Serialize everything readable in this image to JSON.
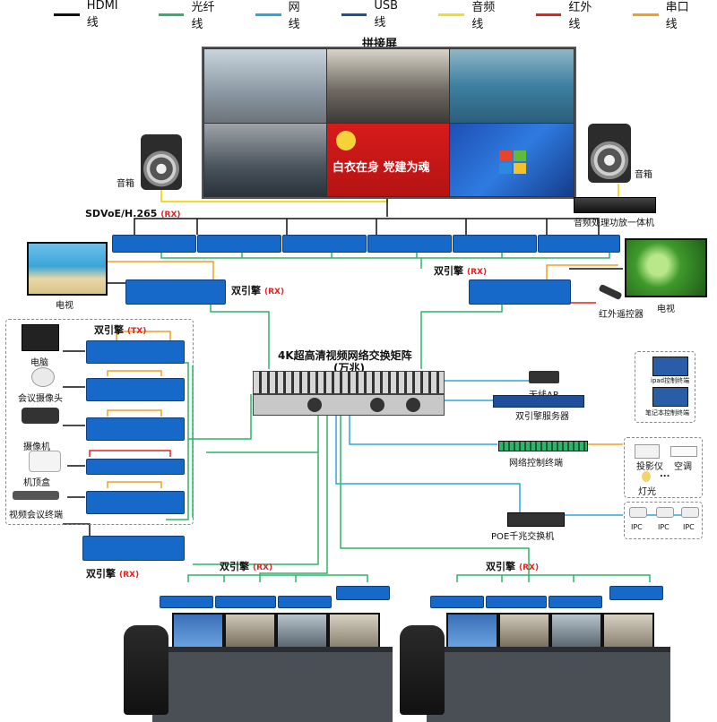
{
  "legend": [
    {
      "label": "HDMI线",
      "color": "#111111"
    },
    {
      "label": "光纤线",
      "color": "#2fb36a"
    },
    {
      "label": "网线",
      "color": "#2aa7e0"
    },
    {
      "label": "USB线",
      "color": "#1f4f9a"
    },
    {
      "label": "音频线",
      "color": "#f0dd2a"
    },
    {
      "label": "红外线",
      "color": "#e52222"
    },
    {
      "label": "串口线",
      "color": "#f0a020"
    }
  ],
  "video_wall": {
    "title": "拼接屏",
    "banner_text": "白衣在身 党建为魂"
  },
  "speakers": {
    "left_label": "音箱",
    "right_label": "音箱"
  },
  "amp": {
    "label": "音频处理功放一体机"
  },
  "sdvoe": {
    "label": "SDVoE/H.265",
    "tag": "(RX)"
  },
  "tv_left": {
    "label": "电视"
  },
  "tv_right": {
    "label": "电视"
  },
  "engine_left": {
    "label": "双引擎",
    "tag": "(RX)"
  },
  "engine_right": {
    "label": "双引擎",
    "tag": "(RX)"
  },
  "ir_remote": {
    "label": "红外遥控器"
  },
  "tx_group": {
    "label": "双引擎",
    "tag": "(TX)"
  },
  "sources": [
    {
      "label": "电脑"
    },
    {
      "label": "会议摄像头"
    },
    {
      "label": "摄像机"
    },
    {
      "label": "机顶盒"
    },
    {
      "label": "视频会议终端"
    }
  ],
  "bottom_engine": {
    "label": "双引擎",
    "tag": "(RX)"
  },
  "matrix": {
    "line1": "4K超高清视频网络交换矩阵",
    "line2": "(万兆)"
  },
  "wifi_ap": {
    "label": "无线AP"
  },
  "engine_server": {
    "label": "双引擎服务器"
  },
  "tablets": {
    "ipad_label": "ipad控制终端",
    "laptop_label": "笔记本控制终端"
  },
  "net_control": {
    "label": "网络控制终端"
  },
  "controlled": {
    "projector": "投影仪",
    "aircon": "空调",
    "light": "灯光",
    "more": "..."
  },
  "poe": {
    "label": "POE千兆交换机"
  },
  "ipc": {
    "labels": [
      "IPC",
      "IPC",
      "IPC"
    ]
  },
  "console_left": {
    "label": "双引擎",
    "tag": "(RX)"
  },
  "console_right": {
    "label": "双引擎",
    "tag": "(RX)"
  }
}
